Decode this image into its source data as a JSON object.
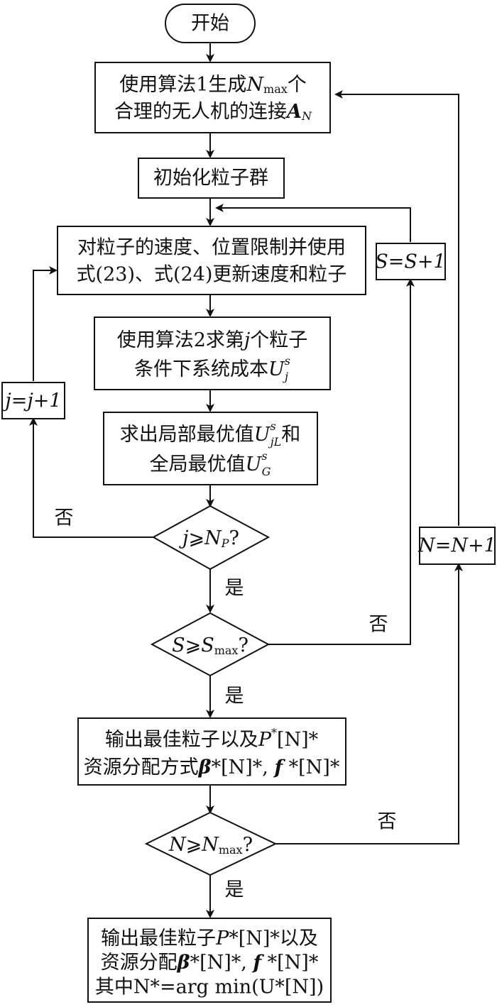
{
  "start": "开始",
  "box1": [
    "使用算法1生成Nₘₐₓ个",
    "合理的无人机的连接Aₙ"
  ],
  "box1_parts": {
    "l1_pre": "使用算法1生成",
    "l1_var": "N",
    "l1_sub": "max",
    "l1_post": "个",
    "l2_pre": "合理的无人机的连接",
    "l2_var": "A",
    "l2_sub": "N"
  },
  "box2": "初始化粒子群",
  "box3": {
    "line1": "对粒子的速度、位置限制并使用",
    "line2": "式(23)、式(24)更新速度和粒子"
  },
  "box4": {
    "line1": "使用算法2求第j个粒子",
    "l1_pre": "使用算法2求第",
    "l1_var": "j",
    "l1_post": "个粒子",
    "l2_pre": "条件下系统成本",
    "l2_var": "U",
    "l2_sup": "s",
    "l2_sub": "j"
  },
  "box5": {
    "l1_pre": "求出局部最优值",
    "l1_var": "U",
    "l1_sup": "s",
    "l1_sub": "jL",
    "l1_post": "和",
    "l2_pre": "全局最优值",
    "l2_var": "U",
    "l2_sup": "s",
    "l2_sub": "G"
  },
  "dec1": {
    "a": "j",
    "op": "⩾",
    "b": "N",
    "sub": "P",
    "q": "?"
  },
  "dec2": {
    "a": "S",
    "op": "⩾",
    "b": "S",
    "sub": "max",
    "q": "?"
  },
  "dec3": {
    "a": "N",
    "op": "⩾",
    "b": "N",
    "sub": "max",
    "q": "?"
  },
  "box6": {
    "l1_pre": "输出最佳粒子以及",
    "l1_var": "P",
    "l1_sup": "*",
    "l1_post": "[N]*",
    "l2_pre": "资源分配方式",
    "l2_beta": "β",
    "l2_mid": "*[N]*, ",
    "l2_f": "f",
    "l2_end": " *[N]*"
  },
  "box7": {
    "l1_pre": "输出最佳粒子",
    "l1_var": "P",
    "l1_post": "*[N]*以及",
    "l2_pre": "资源分配",
    "l2_beta": "β",
    "l2_mid": "*[N]*, ",
    "l2_f": "f",
    "l2_end": " *[N]*",
    "l3": "其中N*=arg min(U*[N])"
  },
  "update_j": "j=j+1",
  "update_S": "S=S+1",
  "update_N": "N=N+1",
  "yes": "是",
  "no": "否"
}
